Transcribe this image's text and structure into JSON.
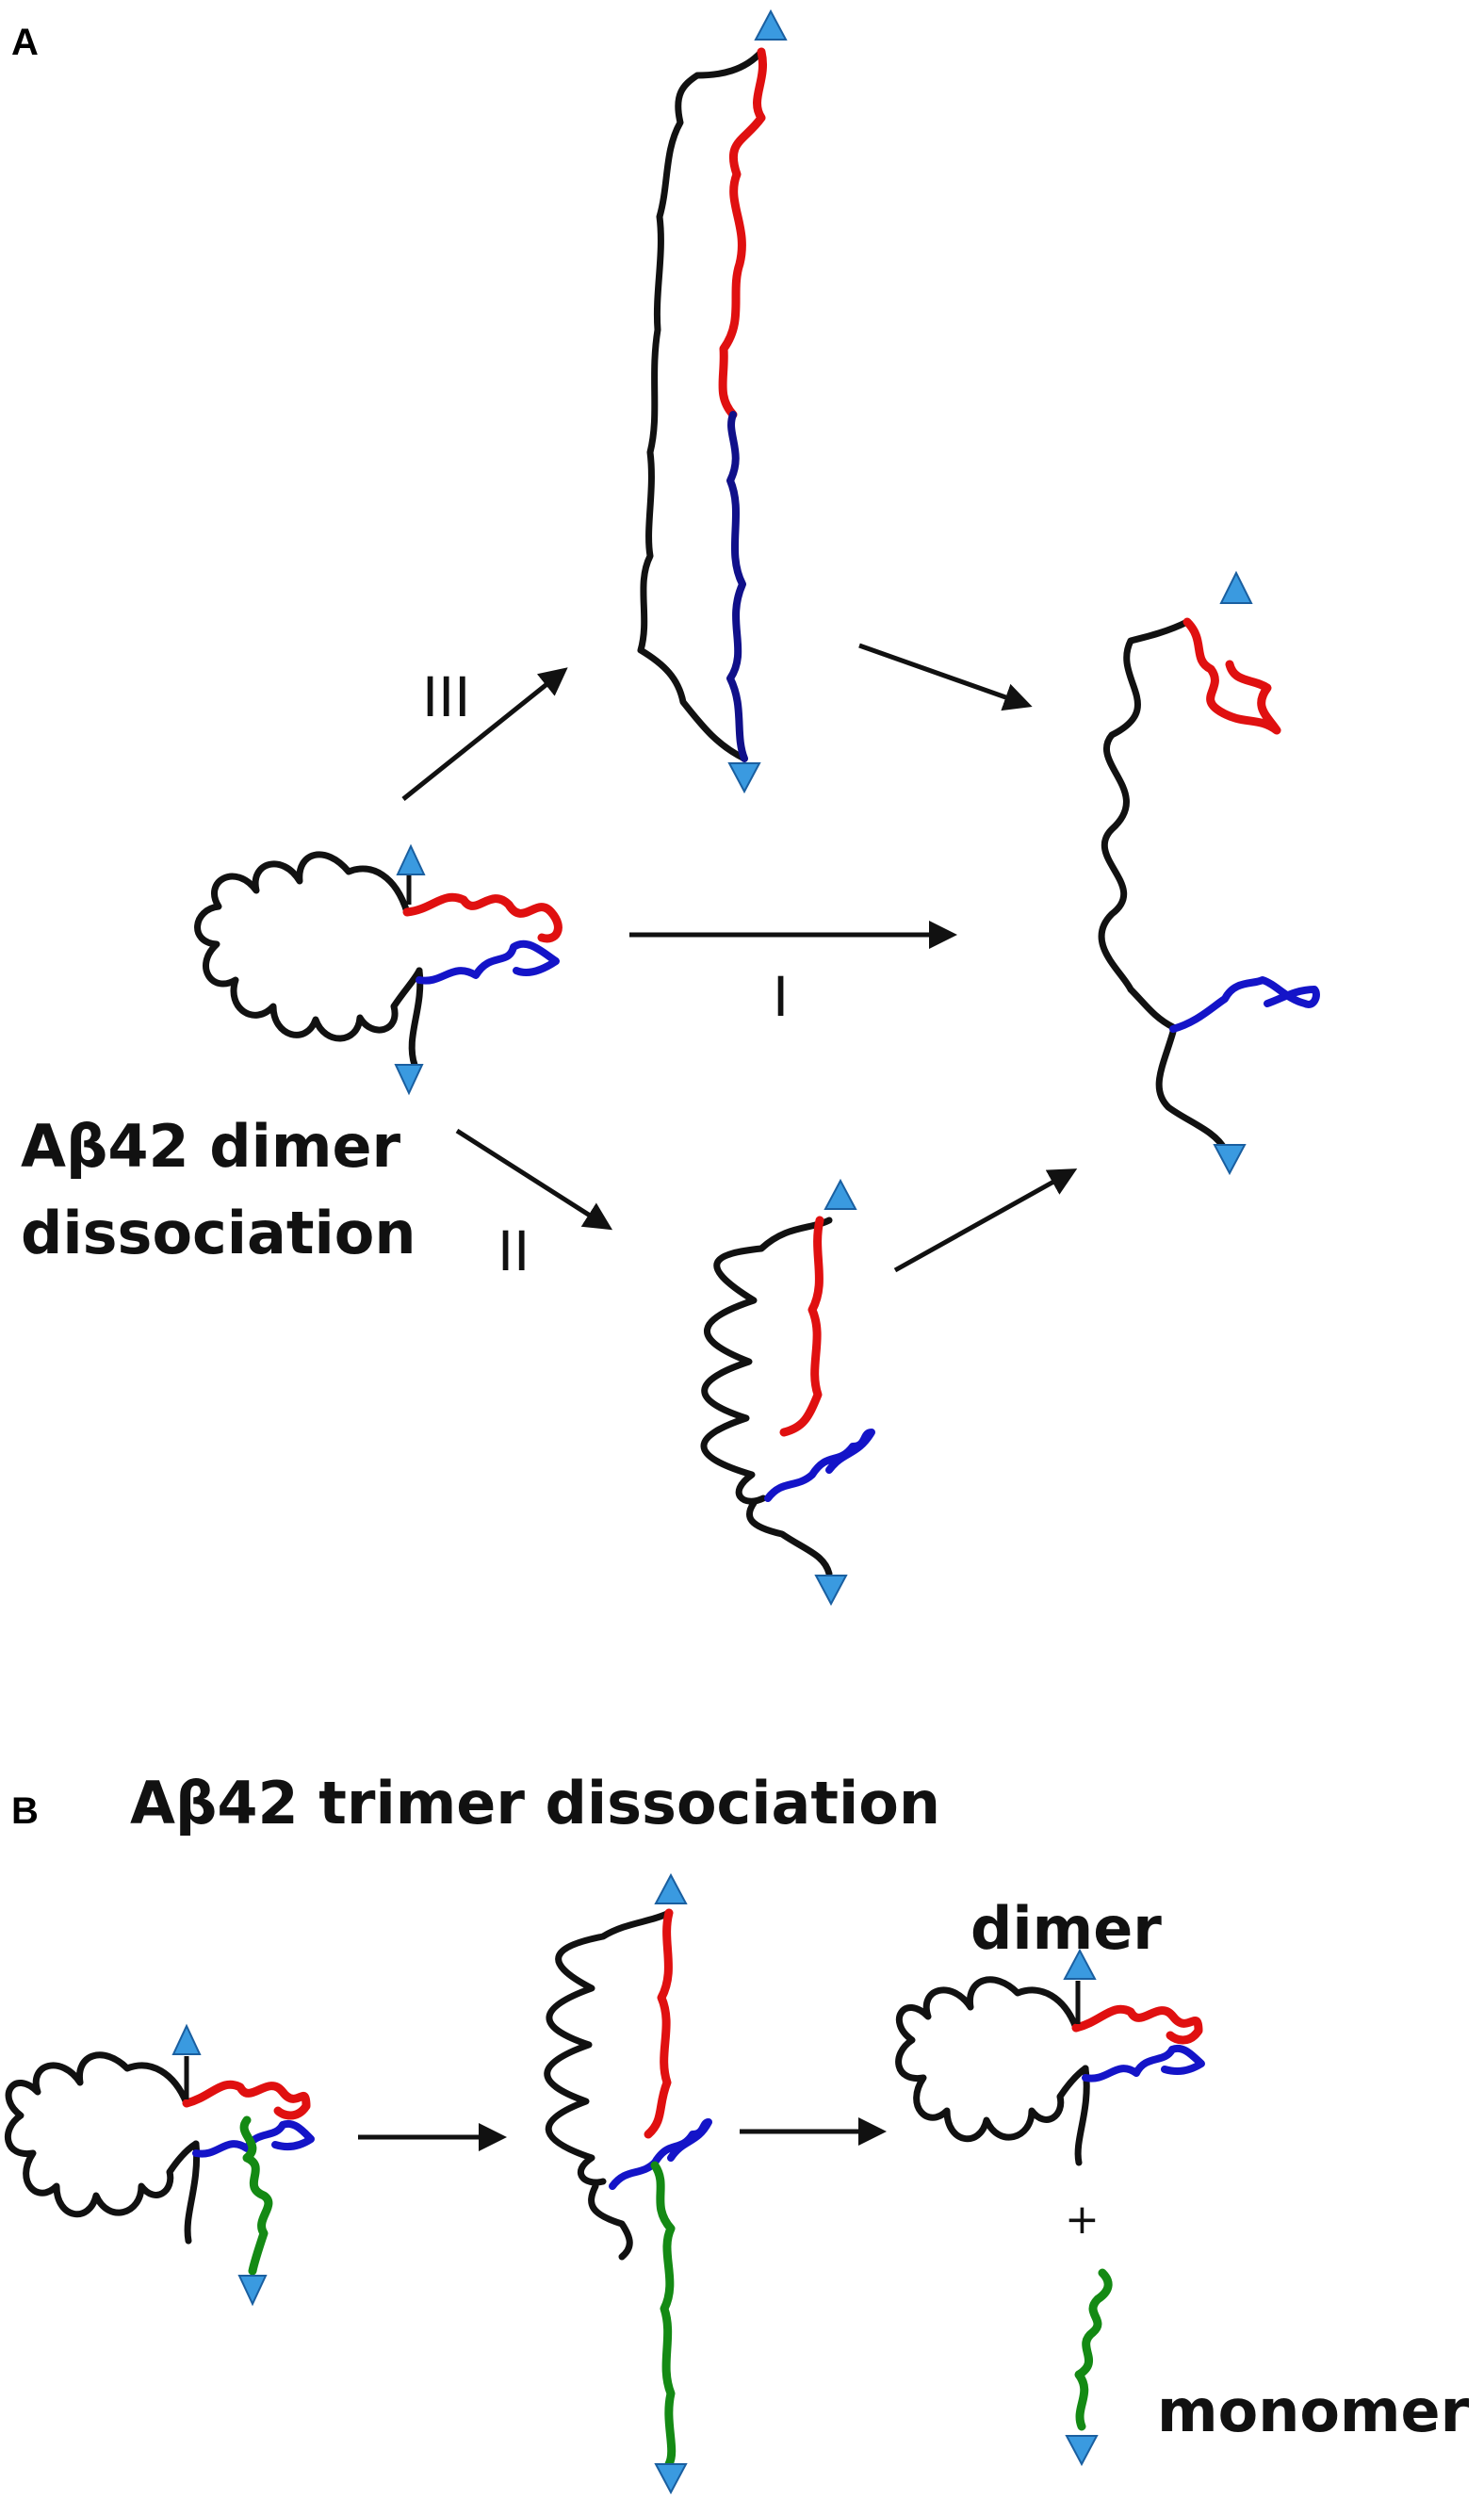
{
  "panel_a": {
    "letter": "A",
    "title_line1": "Aβ42 dimer",
    "title_line2": "dissociation",
    "pathway_1": "I",
    "pathway_2": "II",
    "pathway_3": "III"
  },
  "panel_b": {
    "letter": "B",
    "title": "Aβ42 trimer dissociation",
    "dimer_label": "dimer",
    "plus_sign": "+",
    "monomer_label": "monomer"
  },
  "colors": {
    "chain_black": "#111111",
    "chain_red": "#e01010",
    "chain_blue": "#1414c8",
    "chain_navy": "#10108a",
    "chain_green": "#148a14",
    "pulling_arrow": "#3a9ae0"
  },
  "icons": [
    "pulling-force-arrow-icon"
  ]
}
